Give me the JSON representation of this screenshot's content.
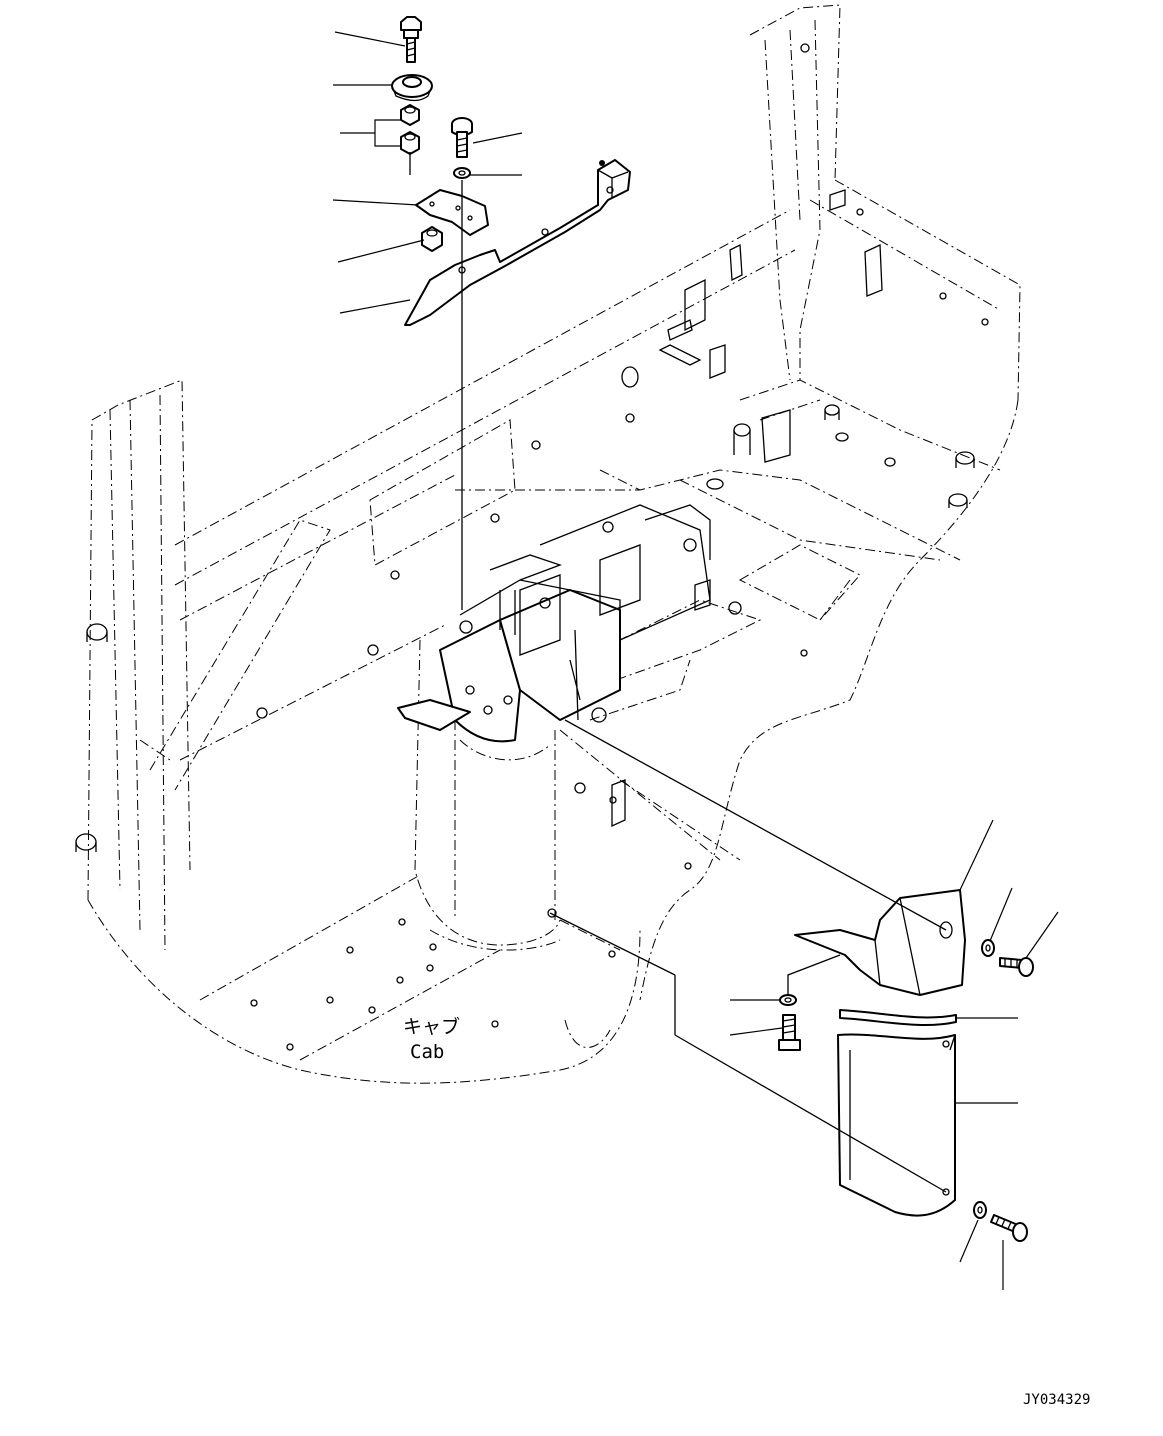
{
  "labels": {
    "cab_jp": "キャブ",
    "cab_en": "Cab",
    "drawing_code": "JY034329"
  }
}
